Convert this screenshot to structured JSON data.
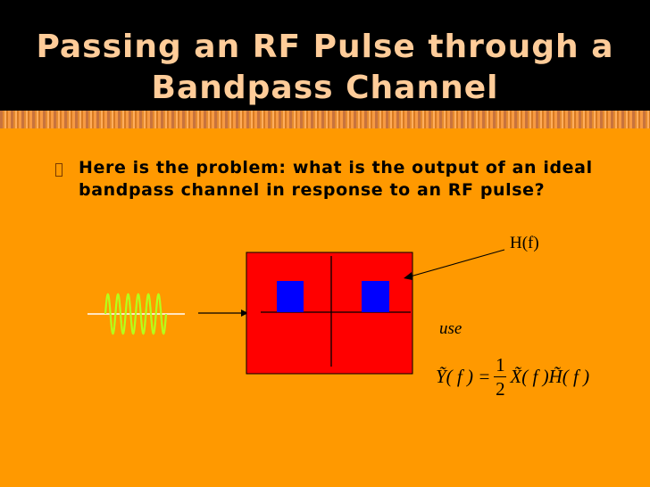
{
  "slide": {
    "title_line1": "Passing an RF Pulse through a",
    "title_line2": "Bandpass Channel",
    "bullet": "Here is the problem: what is the output of an ideal bandpass channel in response to an RF pulse?",
    "hf_label": "H(f)",
    "use_label": "use",
    "equation": {
      "lhs": "Ỹ( f ) =",
      "numerator": "1",
      "denominator": "2",
      "rhs": "X̃( f )H̃( f )"
    }
  },
  "colors": {
    "background": "#ff9900",
    "title_band": "#000000",
    "title_text": "#ffcc99",
    "channel_box": "#ff0000",
    "passband": "#0000ff",
    "rf_pulse": "#b5ff1a"
  },
  "icons": {
    "rf_pulse": "sine-wave-burst",
    "channel": "bandpass-filter-box"
  }
}
